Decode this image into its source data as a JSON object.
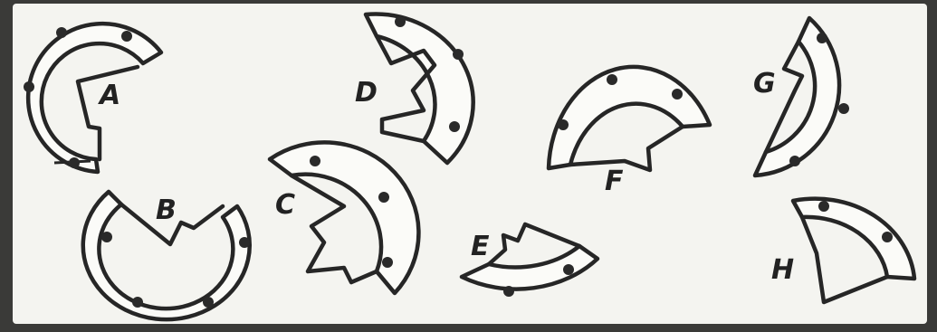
{
  "colors": {
    "ink": "#262626",
    "paper": "#f4f4f0",
    "frame": "#3a3a38"
  },
  "pieces": [
    {
      "label": "A"
    },
    {
      "label": "B"
    },
    {
      "label": "C"
    },
    {
      "label": "D"
    },
    {
      "label": "E"
    },
    {
      "label": "F"
    },
    {
      "label": "G"
    },
    {
      "label": "H"
    }
  ]
}
